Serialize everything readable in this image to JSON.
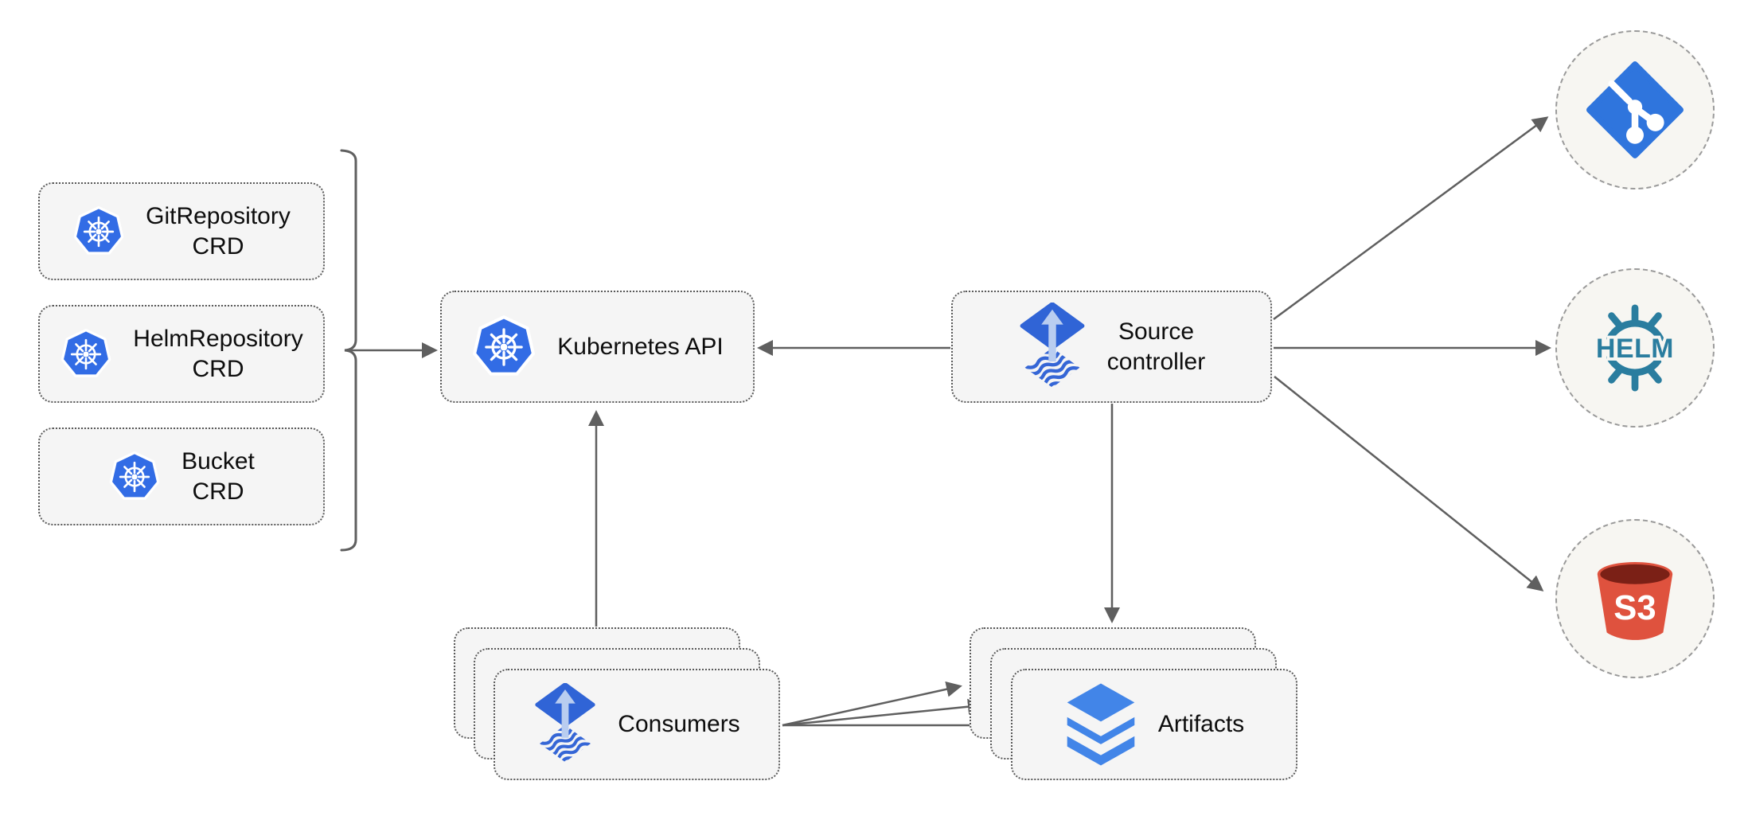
{
  "nodes": {
    "git_repository_crd": {
      "line1": "GitRepository",
      "line2": "CRD"
    },
    "helm_repository_crd": {
      "line1": "HelmRepository",
      "line2": "CRD"
    },
    "bucket_crd": {
      "line1": "Bucket",
      "line2": "CRD"
    },
    "kubernetes_api": {
      "label": "Kubernetes API"
    },
    "source_controller": {
      "line1": "Source",
      "line2": "controller"
    },
    "consumers": {
      "label": "Consumers"
    },
    "artifacts": {
      "label": "Artifacts"
    }
  },
  "external_endpoints": {
    "git": {
      "icon": "git-icon"
    },
    "helm": {
      "icon": "helm-icon",
      "label": "HELM"
    },
    "s3": {
      "icon": "s3-bucket-icon",
      "label": "S3"
    }
  },
  "colors": {
    "kubernetes_blue": "#326ce5",
    "flux_blue": "#3064d6",
    "flux_arrow_light": "#b9cdf0",
    "git_blue": "#2f75dd",
    "helm_teal": "#2a7d9f",
    "s3_red": "#df523e",
    "s3_dark_red": "#7b2016",
    "layers_blue": "#4285e8",
    "connector_gray": "#5f5f5f",
    "node_fill": "#f5f5f5",
    "node_border": "#5a5a5a",
    "circle_fill": "#f7f6f2",
    "circle_border": "#9a9a9a"
  }
}
